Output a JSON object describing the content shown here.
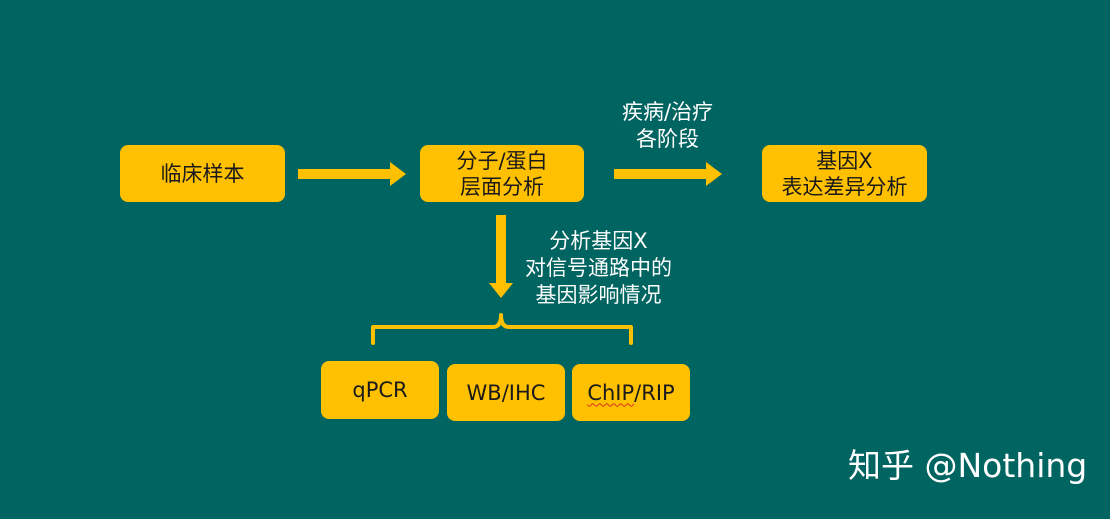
{
  "flow": {
    "clinical_sample": "临床样本",
    "molecular_level": [
      "分子/蛋白",
      "层面分析"
    ],
    "gene_diff": [
      "基因X",
      "表达差异分析"
    ]
  },
  "notes": {
    "disease_stage": [
      "疾病/治疗",
      "各阶段"
    ],
    "signaling": [
      "分析基因X",
      "对信号通路中的",
      "基因影响情况"
    ]
  },
  "methods": {
    "qpcr": "qPCR",
    "wb_ihc": "WB/IHC",
    "chip_rip": {
      "squiggled": "ChIP",
      "rest": "/RIP"
    }
  },
  "watermark": "知乎 @Nothing",
  "colors": {
    "background": "#006461",
    "box": "#FFC000",
    "arrow": "#FFC000",
    "text_on_box": "#1a1a1a",
    "text_on_bg": "#ffffff"
  }
}
